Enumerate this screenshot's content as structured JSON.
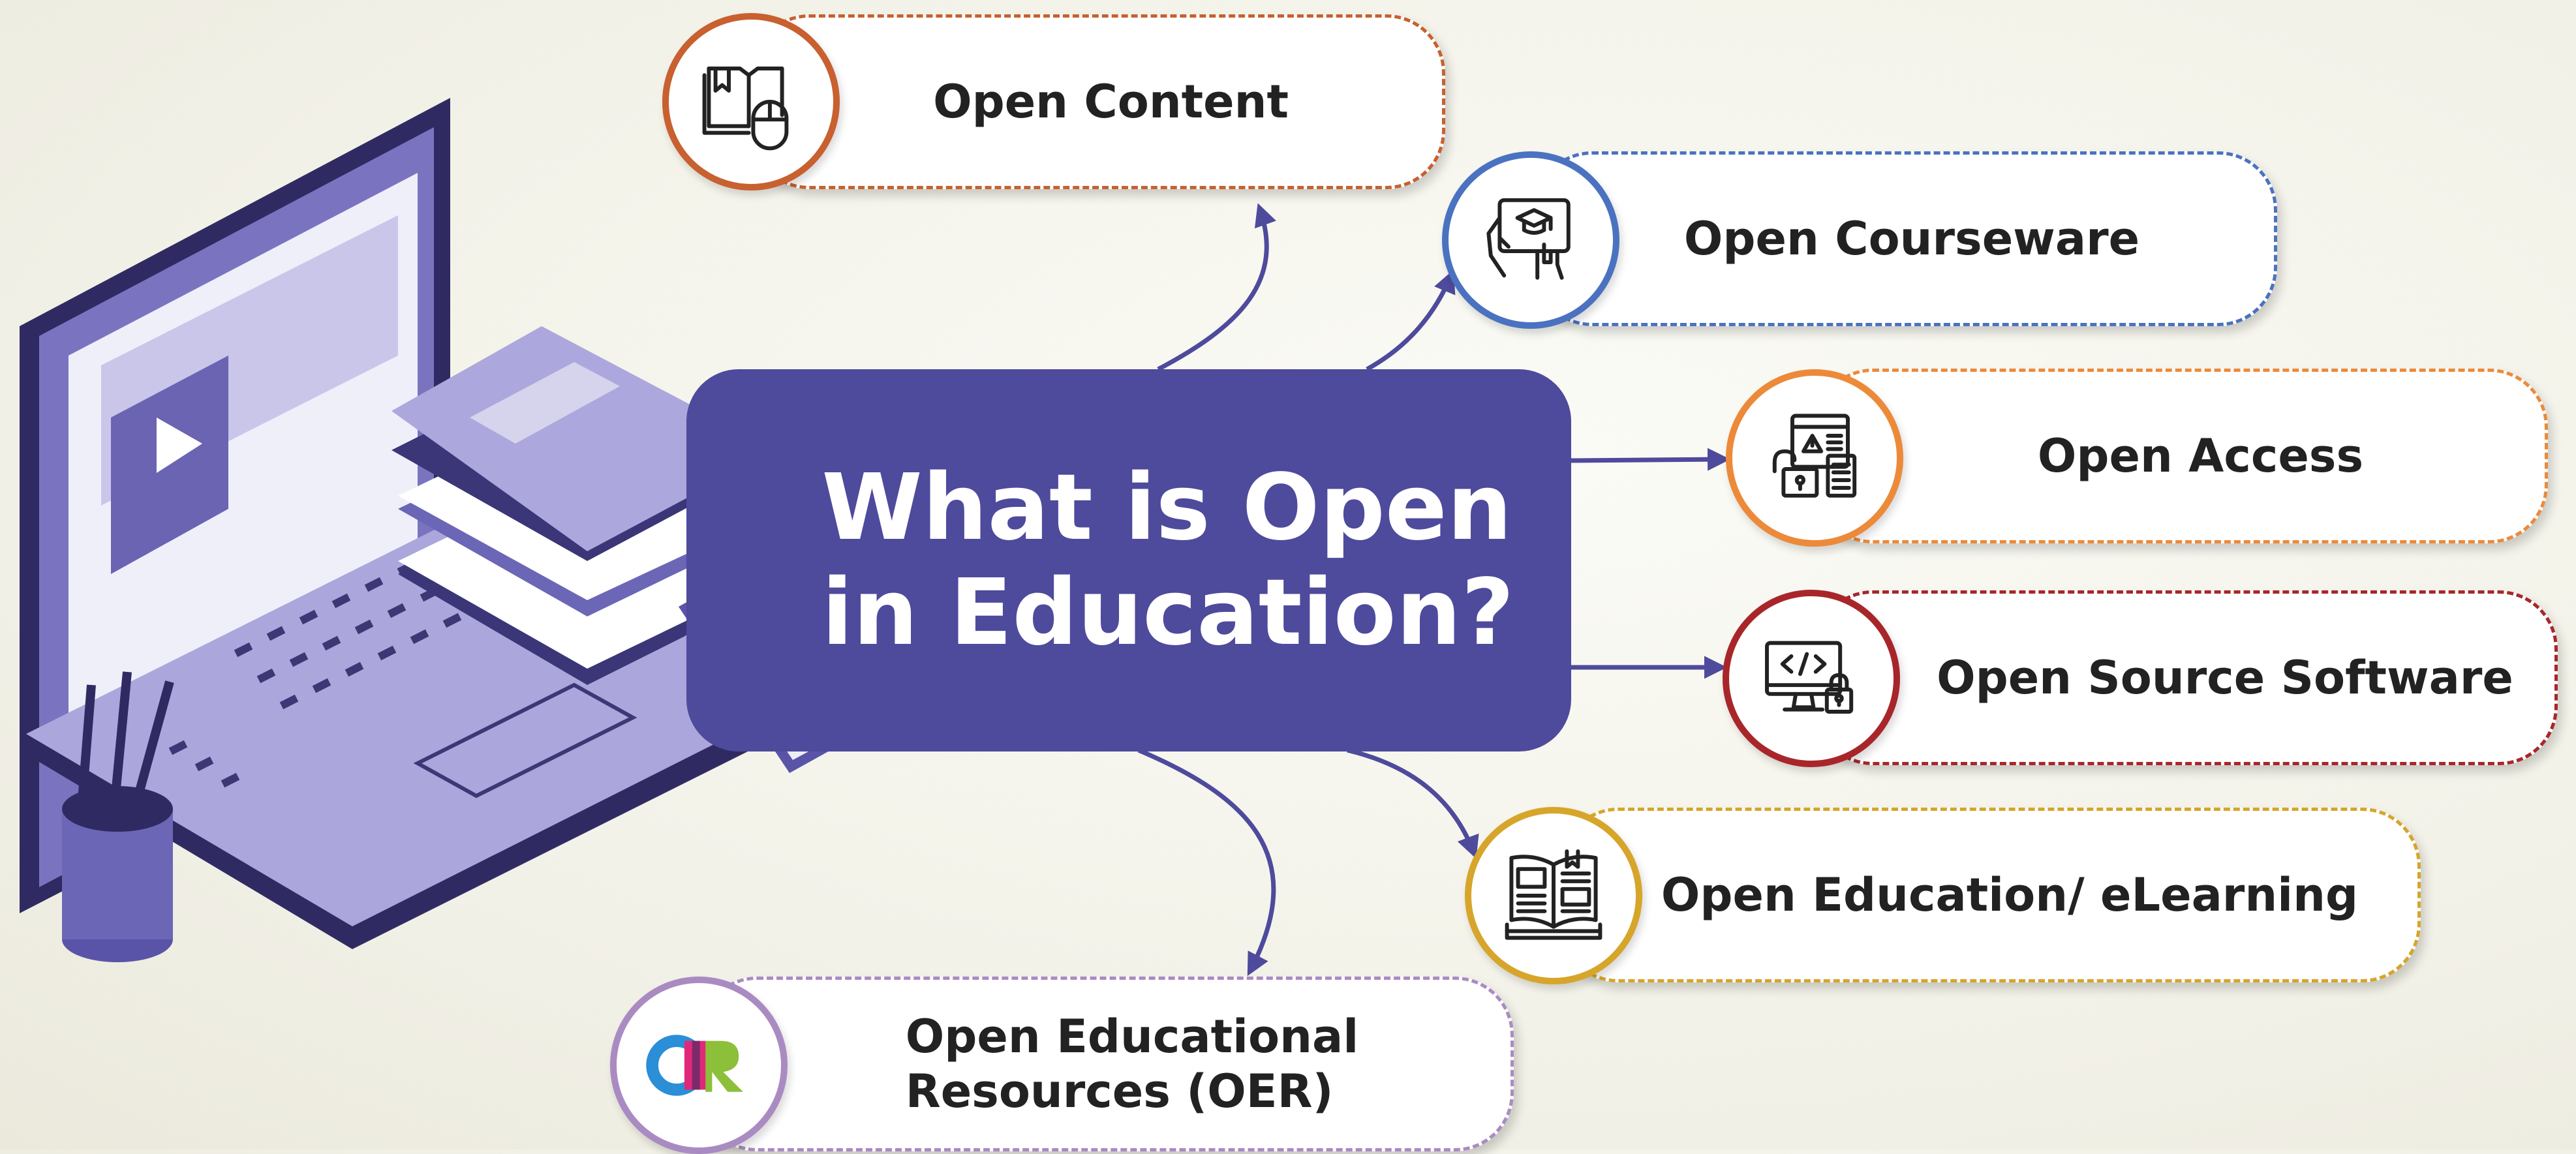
{
  "center": {
    "title": "What is Open\nin Education?"
  },
  "nodes": [
    {
      "id": "open-content",
      "label": "Open Content",
      "color": "#c8602f",
      "icon": "book-mouse-icon"
    },
    {
      "id": "open-courseware",
      "label": "Open Courseware",
      "color": "#4a72c0",
      "icon": "tablet-graduation-icon"
    },
    {
      "id": "open-access",
      "label": "Open Access",
      "color": "#ec8a3a",
      "icon": "unlocked-documents-icon"
    },
    {
      "id": "open-source-software",
      "label": "Open Source Software",
      "color": "#a8262a",
      "icon": "code-monitor-lock-icon"
    },
    {
      "id": "open-education-elearning",
      "label": "Open Education/ eLearning",
      "color": "#d6a52a",
      "icon": "open-book-icon"
    },
    {
      "id": "open-educational-resources",
      "label": "Open Educational\nResources (OER)",
      "color": "#a98bc2",
      "icon": "oer-logo-icon",
      "logo_text": "OER"
    }
  ],
  "colors": {
    "center": "#4e4a9c",
    "arrow": "#4e4a9c"
  }
}
